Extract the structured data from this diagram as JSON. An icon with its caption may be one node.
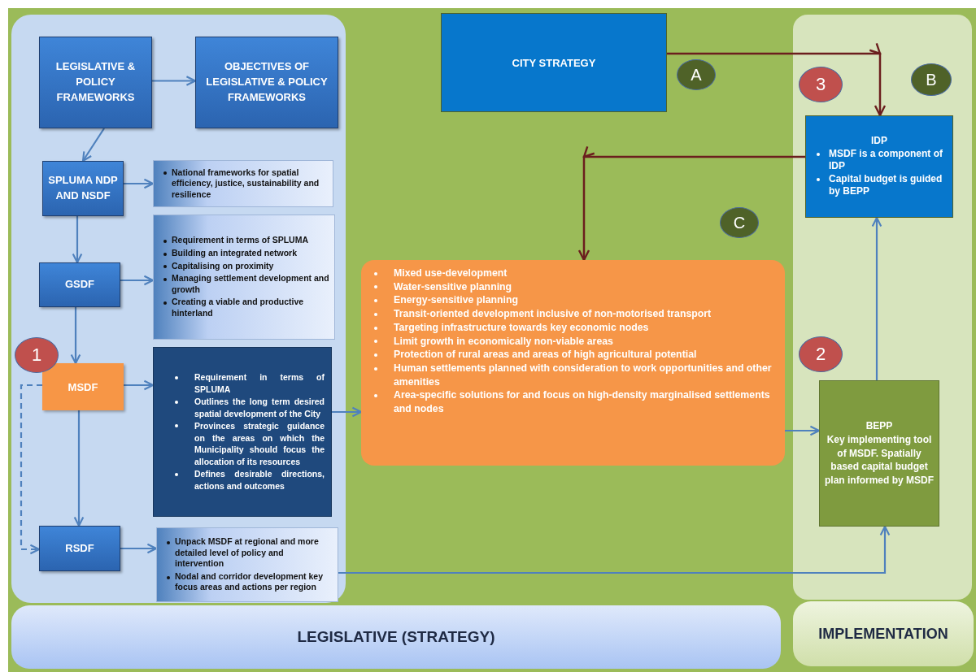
{
  "diagram": {
    "nodes": [
      {
        "text": [
          "LEGISLATIVE & POLICY FRAMEWORKS"
        ]
      },
      {
        "text": [
          "OBJECTIVES OF LEGISLATIVE & POLICY FRAMEWORKS"
        ]
      },
      {
        "text": [
          "SPLUMA NDP AND NSDF"
        ]
      },
      {
        "text": [
          "National frameworks for spatial efficiency, justice, sustainability and resilience"
        ]
      },
      {
        "text": [
          "GSDF"
        ]
      },
      {
        "text": [
          "Requirement in terms of SPLUMA",
          "Building an integrated network",
          "Capitalising on proximity",
          "Managing settlement development and growth",
          "Creating a viable and productive hinterland"
        ]
      },
      {
        "text": [
          "MSDF"
        ]
      },
      {
        "text": [
          "Requirement in terms of SPLUMA",
          "Outlines the long term desired spatial development of the City",
          "Provinces strategic guidance on the areas on which the Municipality should focus the allocation of its resources",
          "Defines desirable directions, actions and outcomes"
        ]
      },
      {
        "text": [
          "RSDF"
        ]
      },
      {
        "text": [
          "Unpack MSDF at regional and more detailed level of policy and intervention",
          "Nodal and corridor development key focus areas and actions per region"
        ]
      },
      {
        "text": [
          "CITY STRATEGY"
        ]
      },
      {
        "text": [
          "IDP",
          "MSDF is a component of IDP",
          "Capital budget is guided by BEPP"
        ]
      },
      {
        "text": [
          "Mixed use-development",
          "Water-sensitive planning",
          "Energy-sensitive planning",
          "Transit-oriented development inclusive of non-motorised transport",
          "Targeting infrastructure towards key economic nodes",
          "Limit growth in economically non-viable areas",
          "Protection of rural areas and areas of high agricultural potential",
          "Human settlements planned with consideration to work opportunities and other amenities",
          "Area-specific solutions for and focus on high-density marginalised settlements and nodes"
        ]
      },
      {
        "text": [
          "BEPP",
          "Key implementing tool of MSDF. Spatially based capital budget plan informed by MSDF"
        ]
      },
      {
        "text": [
          "LEGISLATIVE (STRATEGY)"
        ]
      },
      {
        "text": [
          "IMPLEMENTATION"
        ]
      },
      {
        "text": [
          "1"
        ]
      },
      {
        "text": [
          "2"
        ]
      },
      {
        "text": [
          "3"
        ]
      },
      {
        "text": [
          "A"
        ]
      },
      {
        "text": [
          "B"
        ]
      },
      {
        "text": [
          "C"
        ]
      }
    ],
    "edges": [
      {
        "from": 0,
        "to": 1,
        "arrow": "to"
      },
      {
        "from": 0,
        "to": 2,
        "arrow": "to"
      },
      {
        "from": 2,
        "to": 3,
        "arrow": "to"
      },
      {
        "from": 2,
        "to": 4,
        "arrow": "to"
      },
      {
        "from": 4,
        "to": 5,
        "arrow": "to"
      },
      {
        "from": 4,
        "to": 6,
        "arrow": "to"
      },
      {
        "from": 6,
        "to": 7,
        "arrow": "to"
      },
      {
        "from": 6,
        "to": 8,
        "arrow": "to"
      },
      {
        "from": 6,
        "to": 8,
        "arrow": "to",
        "style": "dashed"
      },
      {
        "from": 8,
        "to": 9,
        "arrow": "to"
      },
      {
        "from": 7,
        "to": 12,
        "arrow": "to"
      },
      {
        "from": 12,
        "to": 13,
        "arrow": "to"
      },
      {
        "from": 9,
        "to": 13,
        "arrow": "to"
      },
      {
        "from": 13,
        "to": 11,
        "arrow": "to"
      },
      {
        "from": 10,
        "to": 11,
        "arrow": "to",
        "color": "#6b1e1e"
      },
      {
        "from": 11,
        "to": 12,
        "arrow": "to",
        "color": "#6b1e1e"
      }
    ]
  }
}
